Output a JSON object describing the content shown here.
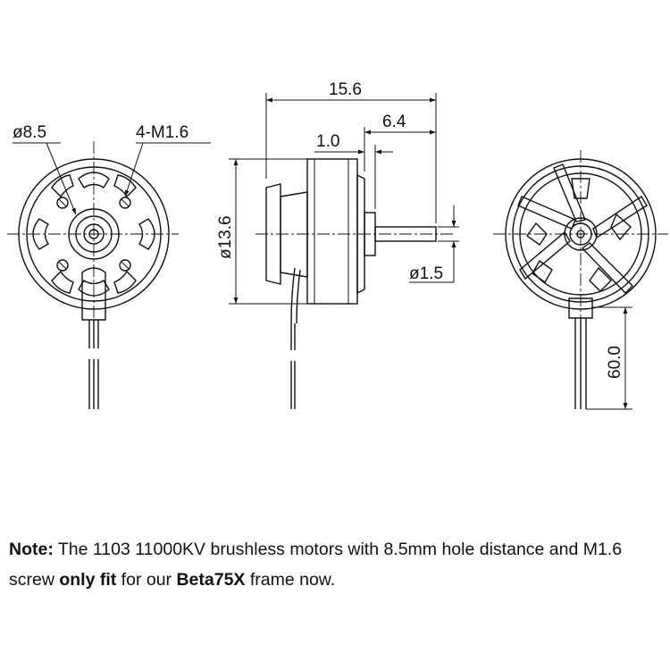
{
  "dimensions": {
    "hole_diameter": "ø8.5",
    "screws": "4-M1.6",
    "total_length": "15.6",
    "shaft_length": "6.4",
    "flange": "1.0",
    "body_diameter": "ø13.6",
    "shaft_diameter": "ø1.5",
    "wire_length": "60.0"
  },
  "note": {
    "label": "Note:",
    "text_1": " The 1103 11000KV brushless motors with 8.5mm hole distance and M1.6 screw ",
    "bold_1": "only fit",
    "text_2": " for our ",
    "bold_2": "Beta75X",
    "text_3": " frame now."
  }
}
